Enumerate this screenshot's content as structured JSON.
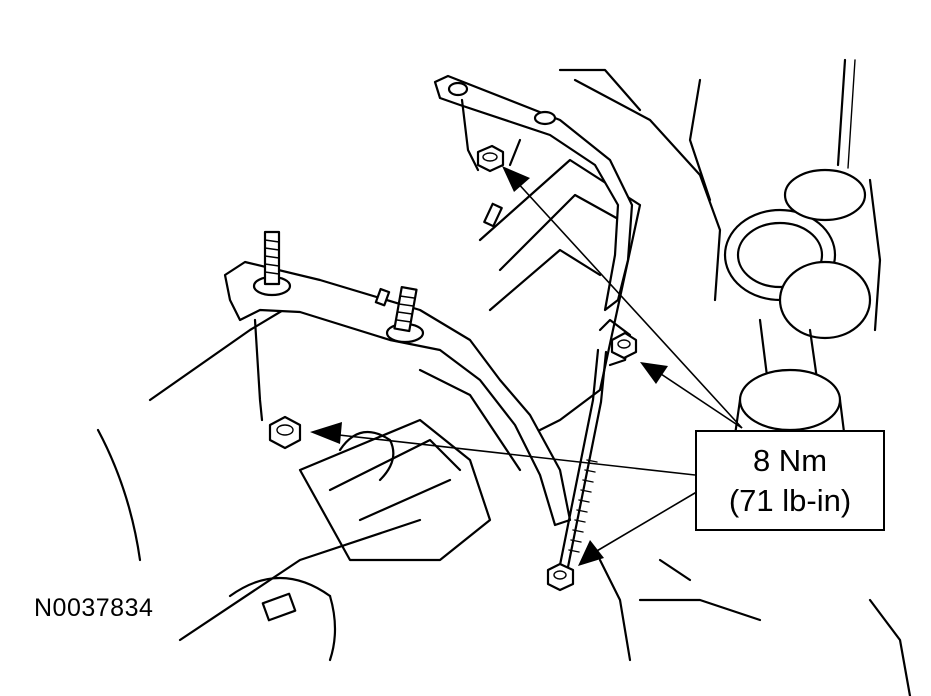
{
  "figure_id": "N0037834",
  "callout": {
    "torque_nm": "8 Nm",
    "torque_lbin": "(71 lb-in)"
  },
  "icons": [
    "nut-icon",
    "stud-icon",
    "arrow-icon"
  ],
  "colors": {
    "line": "#000000",
    "background": "#ffffff"
  }
}
